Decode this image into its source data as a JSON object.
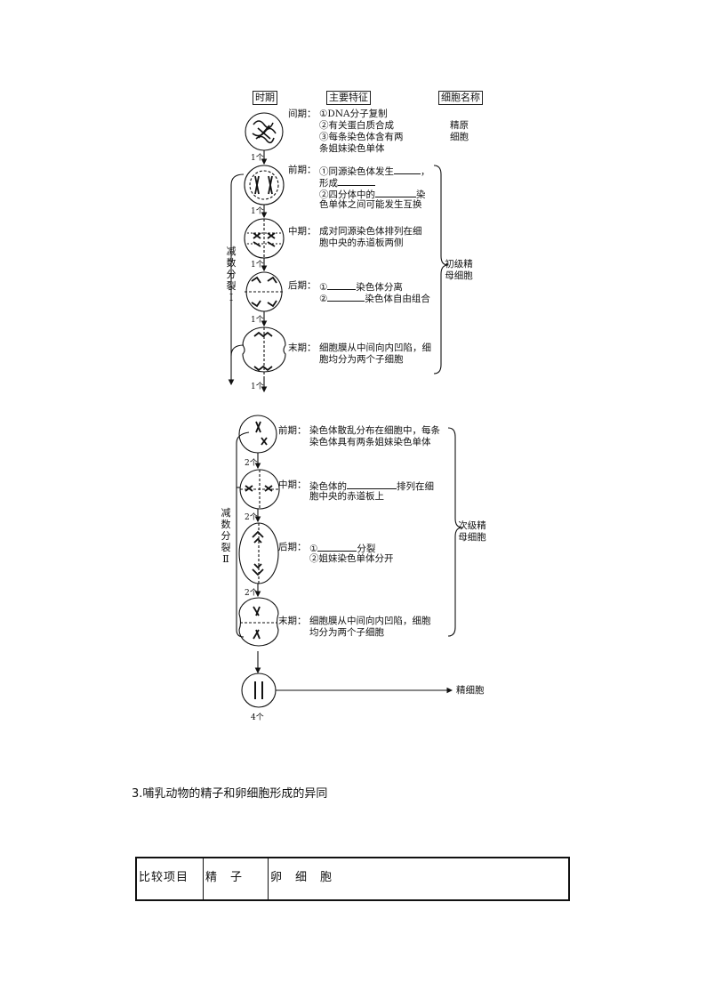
{
  "headers": {
    "period": "时期",
    "features": "主要特征",
    "cell_name": "细胞名称"
  },
  "interphase": {
    "label": "间期：",
    "f1": "①DNA分子复制",
    "f2": "②有关蛋白质合成",
    "f3": "③每条染色体含有两",
    "f4": "条姐妹染色单体",
    "cell_name": "精原\n细胞"
  },
  "meiosis1": {
    "label": "减数分裂Ⅰ",
    "cell_name": "初级精母细胞",
    "prophase": {
      "label": "前期：",
      "f1a": "①同源染色体发生",
      "f1b": "，",
      "f2": "形成",
      "f3a": "②四分体中的",
      "f3b": "染",
      "f4": "色单体之间可能发生互换"
    },
    "metaphase": {
      "label": "中期：",
      "f1": "成对同源染色体排列在细",
      "f2": "胞中央的赤道板两侧"
    },
    "anaphase": {
      "label": "后期：",
      "f1a": "①",
      "f1b": "染色体分离",
      "f2a": "②",
      "f2b": "染色体自由组合"
    },
    "telophase": {
      "label": "末期：",
      "f1": "细胞膜从中间向内凹陷，细",
      "f2": "胞均分为两个子细胞"
    }
  },
  "meiosis2": {
    "label": "减数分裂Ⅱ",
    "cell_name": "次级精母细胞",
    "prophase": {
      "label": "前期：",
      "f1": "染色体散乱分布在细胞中，每条",
      "f2": "染色体具有两条姐妹染色单体"
    },
    "metaphase": {
      "label": "中期：",
      "f1a": "染色体的",
      "f1b": "排列在细",
      "f2": "胞中央的赤道板上"
    },
    "anaphase": {
      "label": "后期：",
      "f1a": "①",
      "f1b": "分裂",
      "f2": "②姐妹染色单体分开"
    },
    "telophase": {
      "label": "末期：",
      "f1": "细胞膜从中间向内凹陷，细胞",
      "f2": "均分为两个子细胞"
    }
  },
  "counts": {
    "one": "1个",
    "two": "2个",
    "four": "4个"
  },
  "sperm": "精细胞",
  "section3": {
    "title": "3.哺乳动物的精子和卵细胞形成的异同"
  },
  "table": {
    "headers": [
      "比较项目",
      "精　子",
      "卵　细　胞"
    ]
  }
}
